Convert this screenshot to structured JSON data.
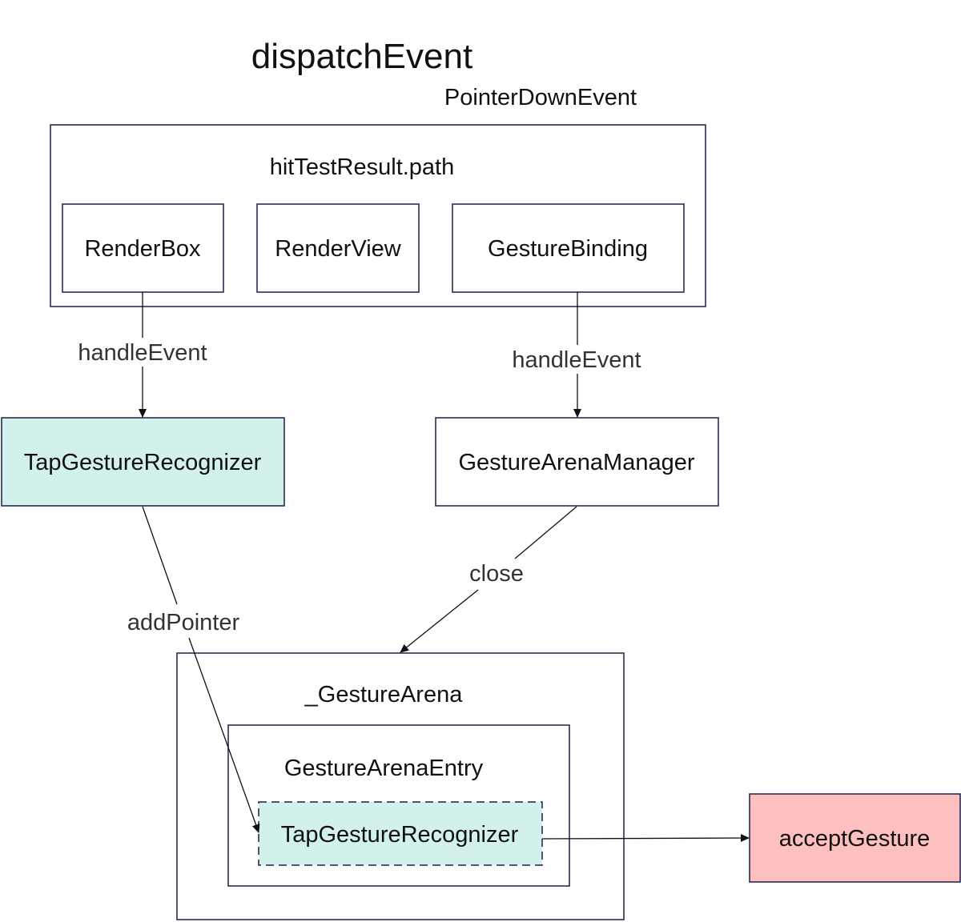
{
  "title": "dispatchEvent",
  "event_label": "PointerDownEvent",
  "path_container": {
    "label": "hitTestResult.path",
    "items": [
      "RenderBox",
      "RenderView",
      "GestureBinding"
    ]
  },
  "edges": {
    "renderbox_handle": "handleEvent",
    "binding_handle": "handleEvent",
    "add_pointer": "addPointer",
    "close": "close"
  },
  "nodes": {
    "tap_recognizer": "TapGestureRecognizer",
    "arena_manager": "GestureArenaManager",
    "gesture_arena": "_GestureArena",
    "arena_entry": "GestureArenaEntry",
    "entry_recognizer": "TapGestureRecognizer",
    "accept_gesture": "acceptGesture"
  },
  "colors": {
    "box_stroke": "#1c1f4a",
    "tap_fill": "#d2f1ea",
    "accept_fill": "#fec0bf",
    "edge": "#111111",
    "edge_label": "#333333"
  }
}
